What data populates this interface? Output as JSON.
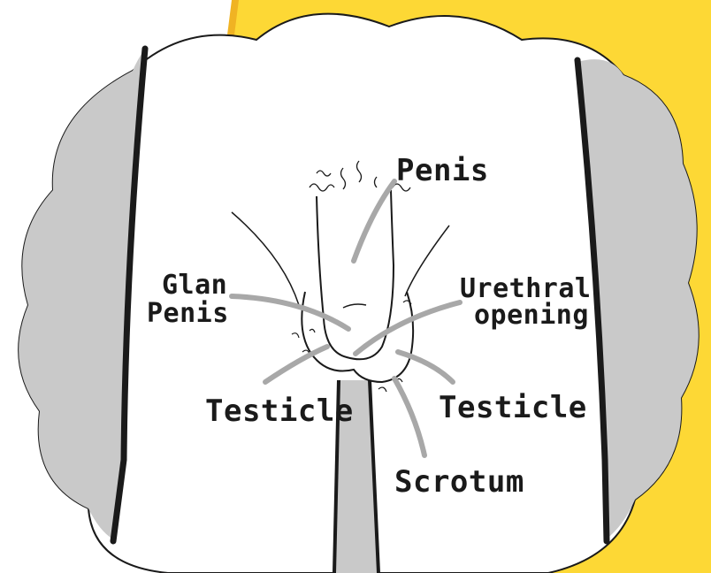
{
  "colors": {
    "background_yellow": "#FDD835",
    "background_orange": "#F0B323",
    "paper": "#FFFFFF",
    "shading": "#C9C9C9",
    "ink": "#1A1A1A",
    "leader": "#A8A8A8"
  },
  "labels": {
    "penis": "Penis",
    "glan_line1": "Glan",
    "glan_line2": "Penis",
    "urethral_line1": "Urethral",
    "urethral_line2": "opening",
    "testicle_left": "Testicle",
    "testicle_right": "Testicle",
    "scrotum": "Scrotum"
  }
}
